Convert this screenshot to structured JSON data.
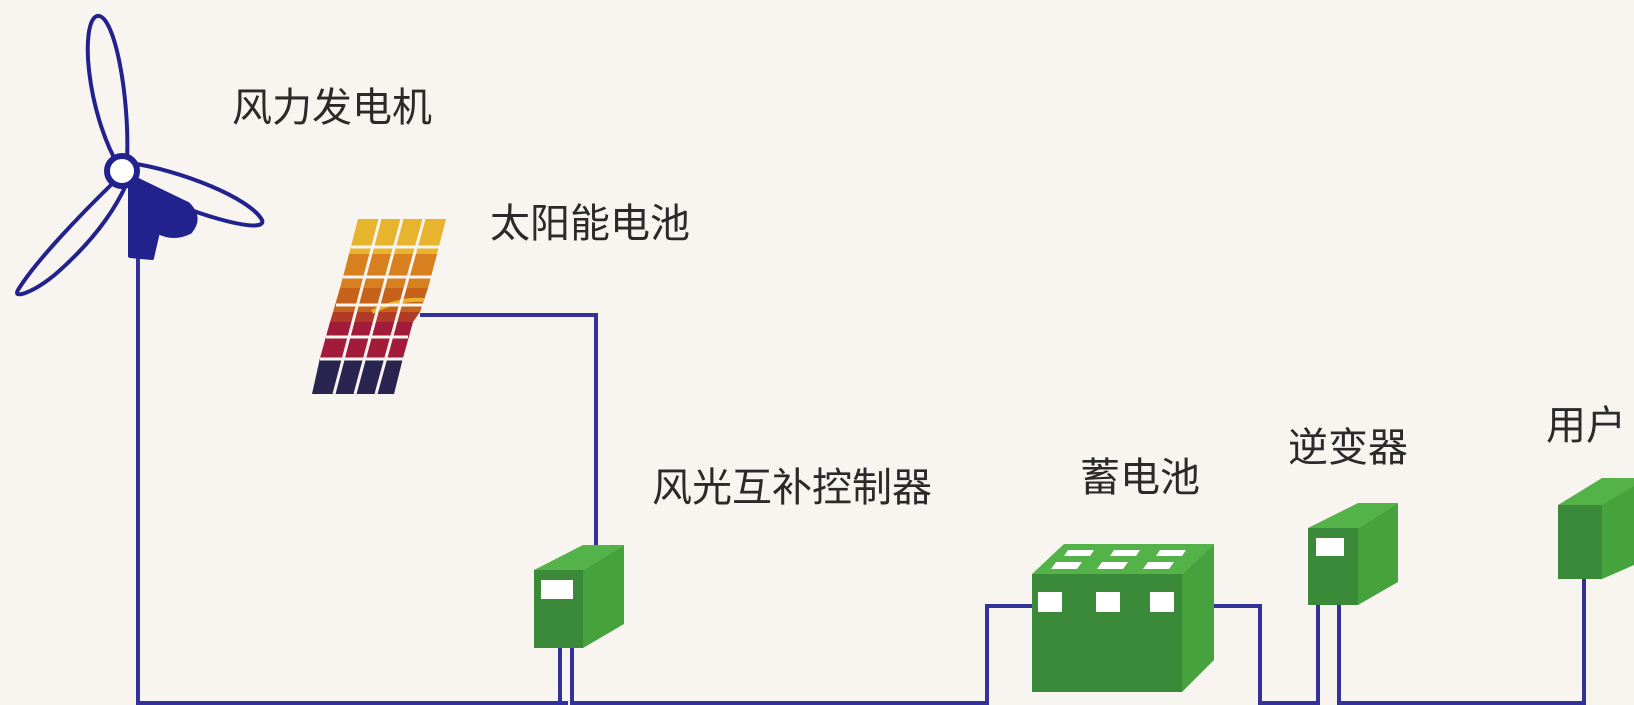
{
  "labels": {
    "wind_turbine": "风力发电机",
    "solar_cell": "太阳能电池",
    "controller": "风光互补控制器",
    "battery": "蓄电池",
    "inverter": "逆变器",
    "user": "用户"
  },
  "colors": {
    "background": "#f8f5f0",
    "wire": "#33319a",
    "turbine": "#22228f",
    "device_front": "#3a8a3a",
    "device_side": "#46a23c",
    "device_top": "#54b348",
    "panel_yellow": "#e6b42d",
    "panel_orange": "#d88020",
    "panel_red": "#a31b3a",
    "panel_dark": "#2a2450"
  }
}
